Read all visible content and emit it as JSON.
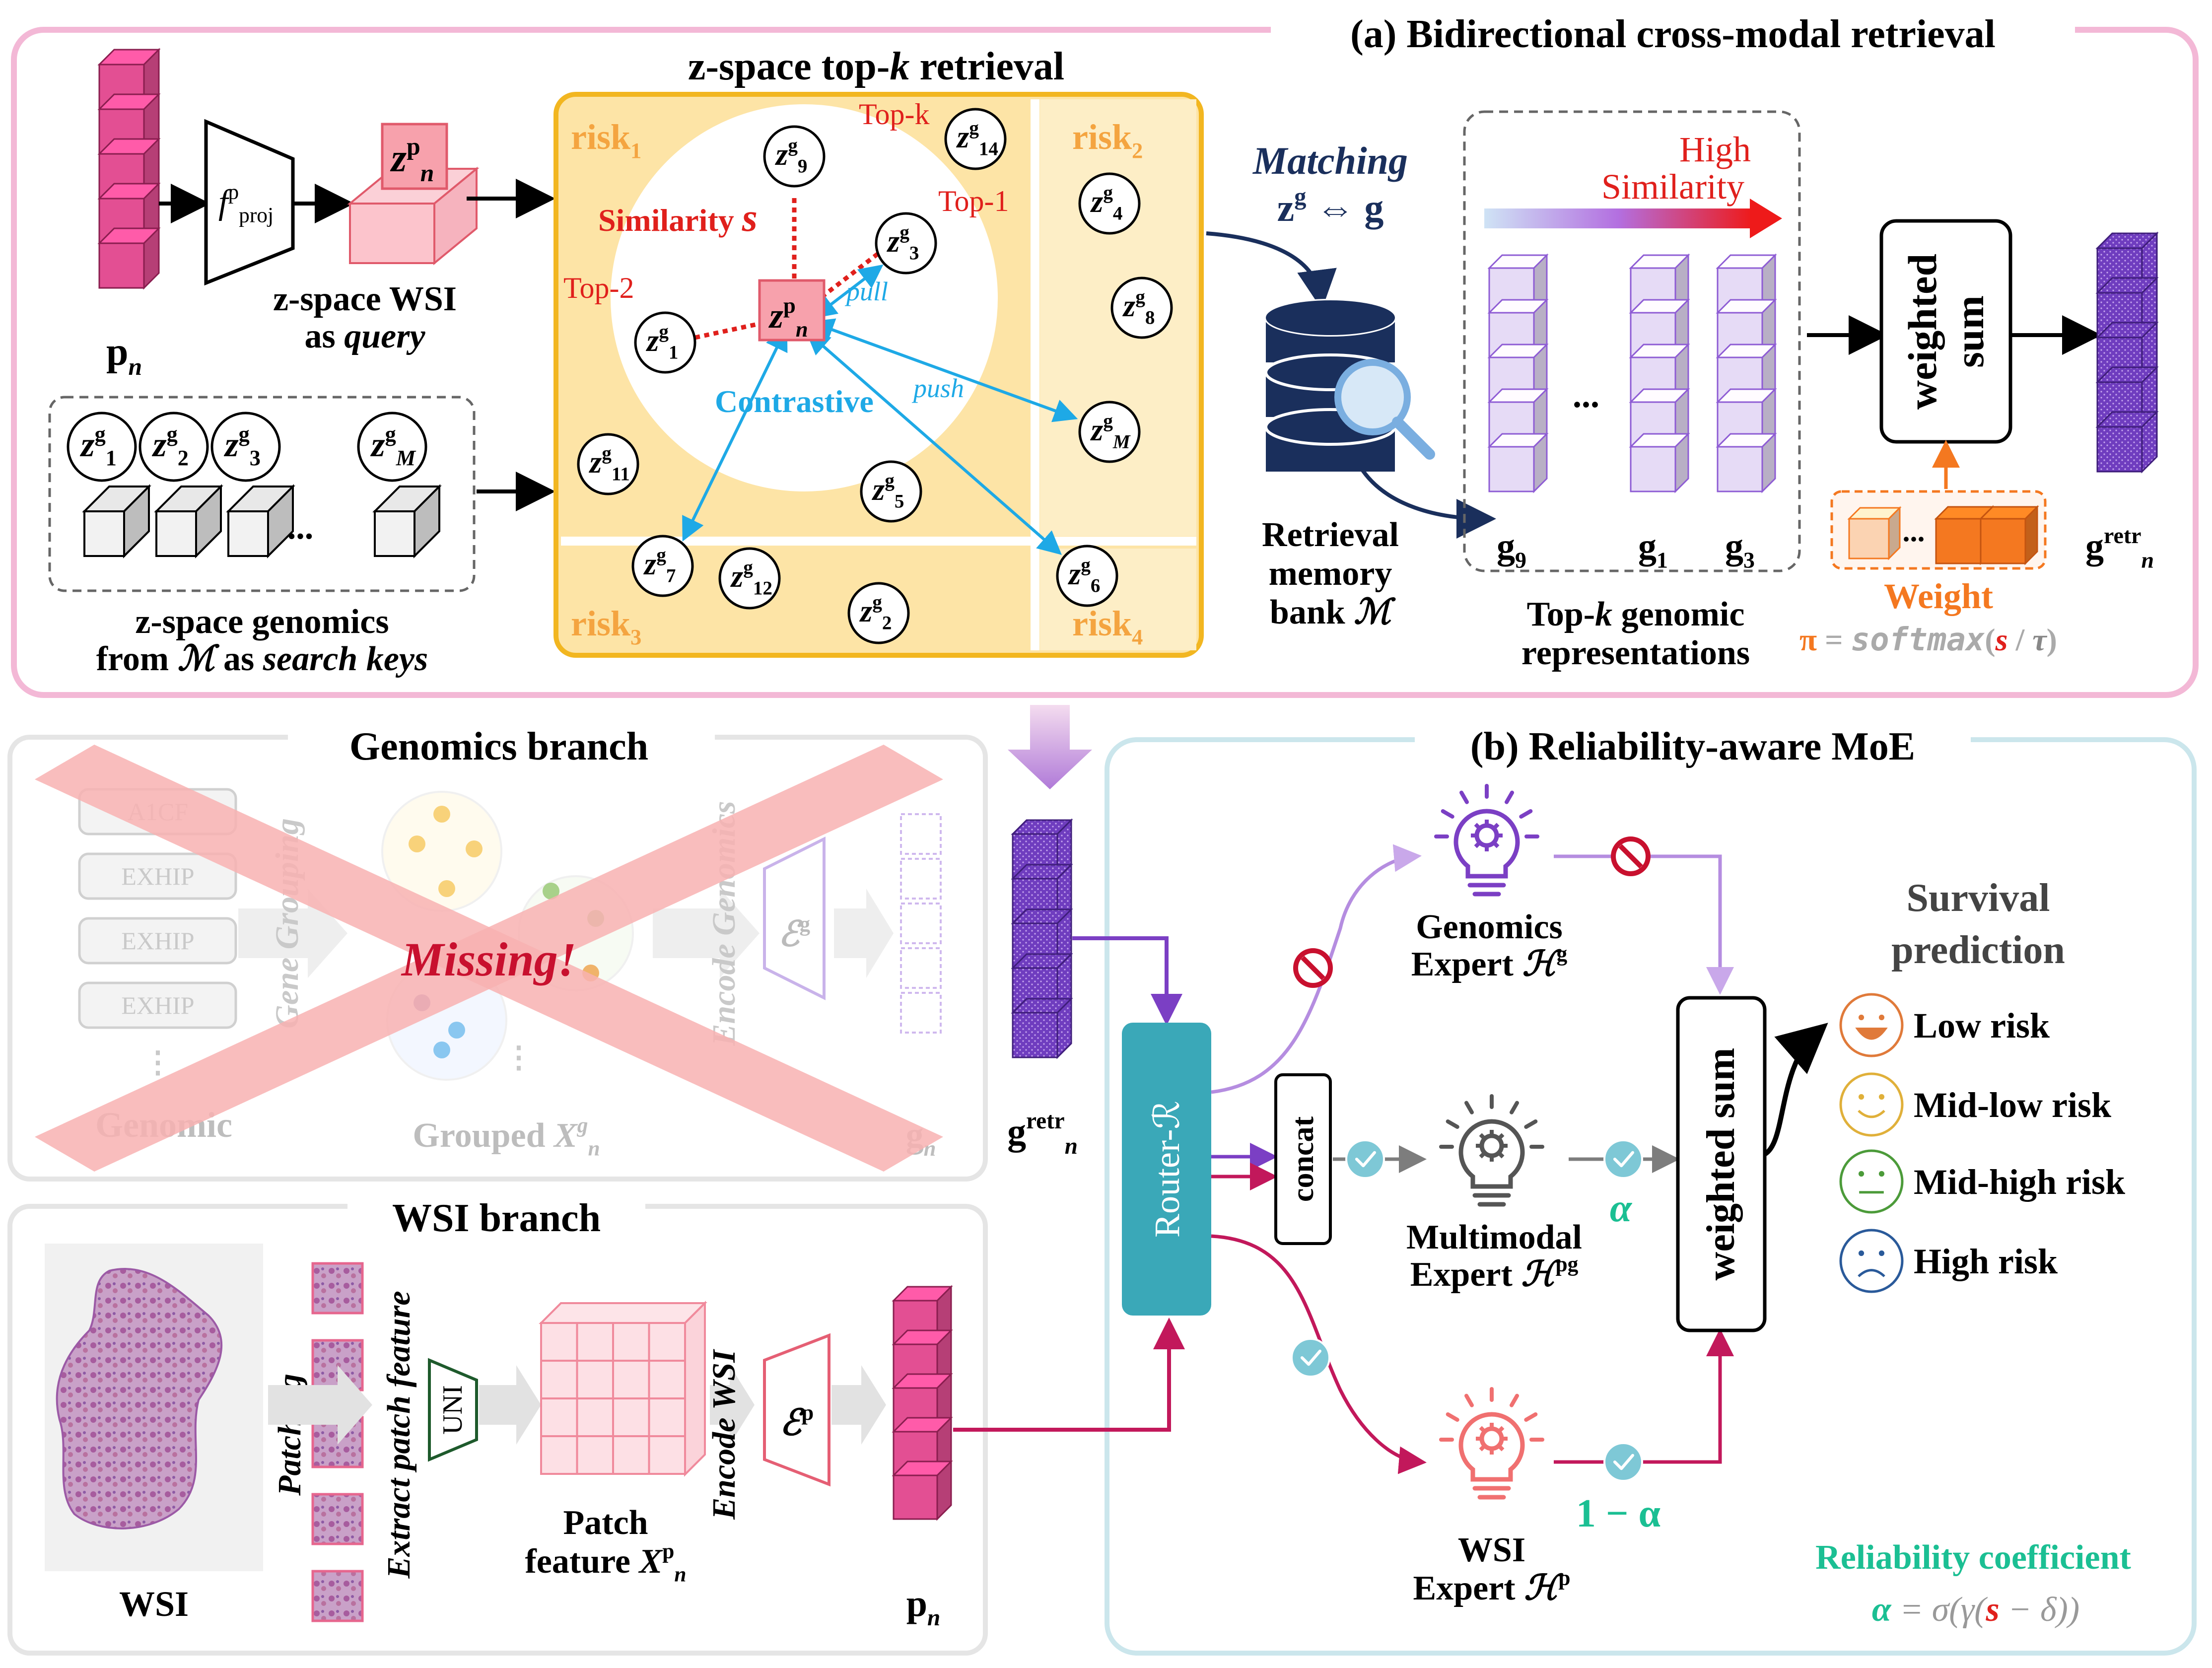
{
  "panel_a": {
    "title": "(a) Bidirectional cross-modal retrieval",
    "pn_label": "p",
    "pn_sub": "n",
    "proj_label": "f",
    "proj_sup": "p",
    "proj_sub": "proj",
    "zp_label": "z",
    "zp_sup": "p",
    "zp_sub": "n",
    "query_line1": "z-space WSI",
    "query_line2_a": "as ",
    "query_line2_b": "query",
    "keys_dots": "...",
    "keys_line1": "z-space genomics",
    "keys_line2_a": "from ",
    "keys_line2_m": "ℳ",
    "keys_line2_b": " as ",
    "keys_line2_c": "search keys",
    "zspace_title_a": "z-space top-",
    "zspace_title_k": "k",
    "zspace_title_b": " retrieval",
    "risk_base": "risk",
    "risks": [
      "1",
      "2",
      "3",
      "4"
    ],
    "topk": "Top-k",
    "top1": "Top-1",
    "top2": "Top-2",
    "similarity": "Similarity ",
    "similarity_s": "s",
    "pull": "pull",
    "push": "push",
    "contrastive": "Contrastive",
    "z_nodes": [
      {
        "id": "14"
      },
      {
        "id": "9"
      },
      {
        "id": "4"
      },
      {
        "id": "3"
      },
      {
        "id": "8"
      },
      {
        "id": "1"
      },
      {
        "id": "M"
      },
      {
        "id": "11"
      },
      {
        "id": "5"
      },
      {
        "id": "7"
      },
      {
        "id": "12"
      },
      {
        "id": "6"
      },
      {
        "id": "2"
      }
    ],
    "key_nodes": [
      "1",
      "2",
      "3",
      "M"
    ],
    "matching": "Matching",
    "matching_eq_a": "z",
    "matching_eq_sup": "g",
    "matching_eq_b": " ⇔ g",
    "bank_line1": "Retrieval",
    "bank_line2": "memory",
    "bank_line3": "bank ",
    "bank_m": "ℳ",
    "high": "High",
    "similarity2": "Similarity",
    "g_labels": [
      "9",
      "1",
      "3"
    ],
    "g_dots": "...",
    "topk_repr_line1_a": "Top-",
    "topk_repr_line1_k": "k",
    "topk_repr_line1_b": " genomic",
    "topk_repr_line2": "representations",
    "weighted": "weighted",
    "sum": "sum",
    "weight": "Weight",
    "weight_dots": "...",
    "pi_eq_a": "π",
    "pi_eq_b": " = ",
    "pi_eq_c": "softmax",
    "pi_eq_d": "(",
    "pi_eq_s": "s",
    "pi_eq_e": " / ",
    "pi_eq_f": "τ",
    "pi_eq_g": ")",
    "gretr": "g",
    "gretr_sup": "retr",
    "gretr_sub": "n"
  },
  "genomics_branch": {
    "title": "Genomics branch",
    "genes": [
      "A1CF",
      "EXHIP",
      "EXHIP",
      "EXHIP"
    ],
    "vdots": "⋮",
    "genomic": "Genomic",
    "gene_grouping": "Gene Grouping",
    "grouped_a": "Grouped ",
    "grouped_x": "X",
    "grouped_sup": "g",
    "grouped_sub": "n",
    "missing": "Missing!",
    "encode_genomics": "Encode Genomics",
    "eg_label": "ℰ",
    "eg_sup": "g",
    "gn": "g",
    "gn_sub": "n"
  },
  "wsi_branch": {
    "title": "WSI branch",
    "wsi": "WSI",
    "patching": "Patching",
    "extract": "Extract patch feature",
    "uni": "UNI",
    "patch_line1": "Patch",
    "patch_line2": "feature ",
    "patch_x": "X",
    "patch_sup": "p",
    "patch_sub": "n",
    "encode_wsi": "Encode WSI",
    "ep_label": "ℰ",
    "ep_sup": "p",
    "pn": "p",
    "pn_sub": "n"
  },
  "panel_b": {
    "title": "(b) Reliability-aware MoE",
    "gretr": "g",
    "gretr_sup": "retr",
    "gretr_sub": "n",
    "router": "Router-ℛ",
    "concat": "concat",
    "genomics_expert_1": "Genomics",
    "genomics_expert_2": "Expert ",
    "genomics_expert_h": "ℋ",
    "genomics_expert_sup": "g",
    "multimodal_expert_1": "Multimodal",
    "multimodal_expert_2": "Expert ",
    "multimodal_expert_h": "ℋ",
    "multimodal_expert_sup": "pg",
    "wsi_expert_1": "WSI",
    "wsi_expert_2": "Expert ",
    "wsi_expert_h": "ℋ",
    "wsi_expert_sup": "p",
    "alpha": "α",
    "one_minus_alpha": "1 − α",
    "weighted_sum": "weighted sum",
    "survival_1": "Survival",
    "survival_2": "prediction",
    "risk_levels": [
      "Low risk",
      "Mid-low risk",
      "Mid-high risk",
      "High risk"
    ],
    "reliability_label": "Reliability coefficient",
    "rel_eq_a": "α",
    "rel_eq_b": " =  σ(γ(",
    "rel_eq_s": "s",
    "rel_eq_c": " − δ))"
  },
  "colors": {
    "pink_cube": "#e34f93",
    "pink_border": "#f3b8d6",
    "purple_cube": "#6f3dbf",
    "light_purple": "#b58de0",
    "zspace_fill": "#fde4a6",
    "zspace_border": "#f2b620",
    "risk_text": "#f4a440",
    "red": "#e0201c",
    "blue": "#1ea9e6",
    "navy": "#1a2f5c",
    "orange": "#f47820",
    "teal": "#3aa8b8",
    "teal_text": "#1bbf93",
    "magenta": "#c2185b",
    "gray": "#b0b0b0",
    "missing_x": "#f8b1b1"
  }
}
